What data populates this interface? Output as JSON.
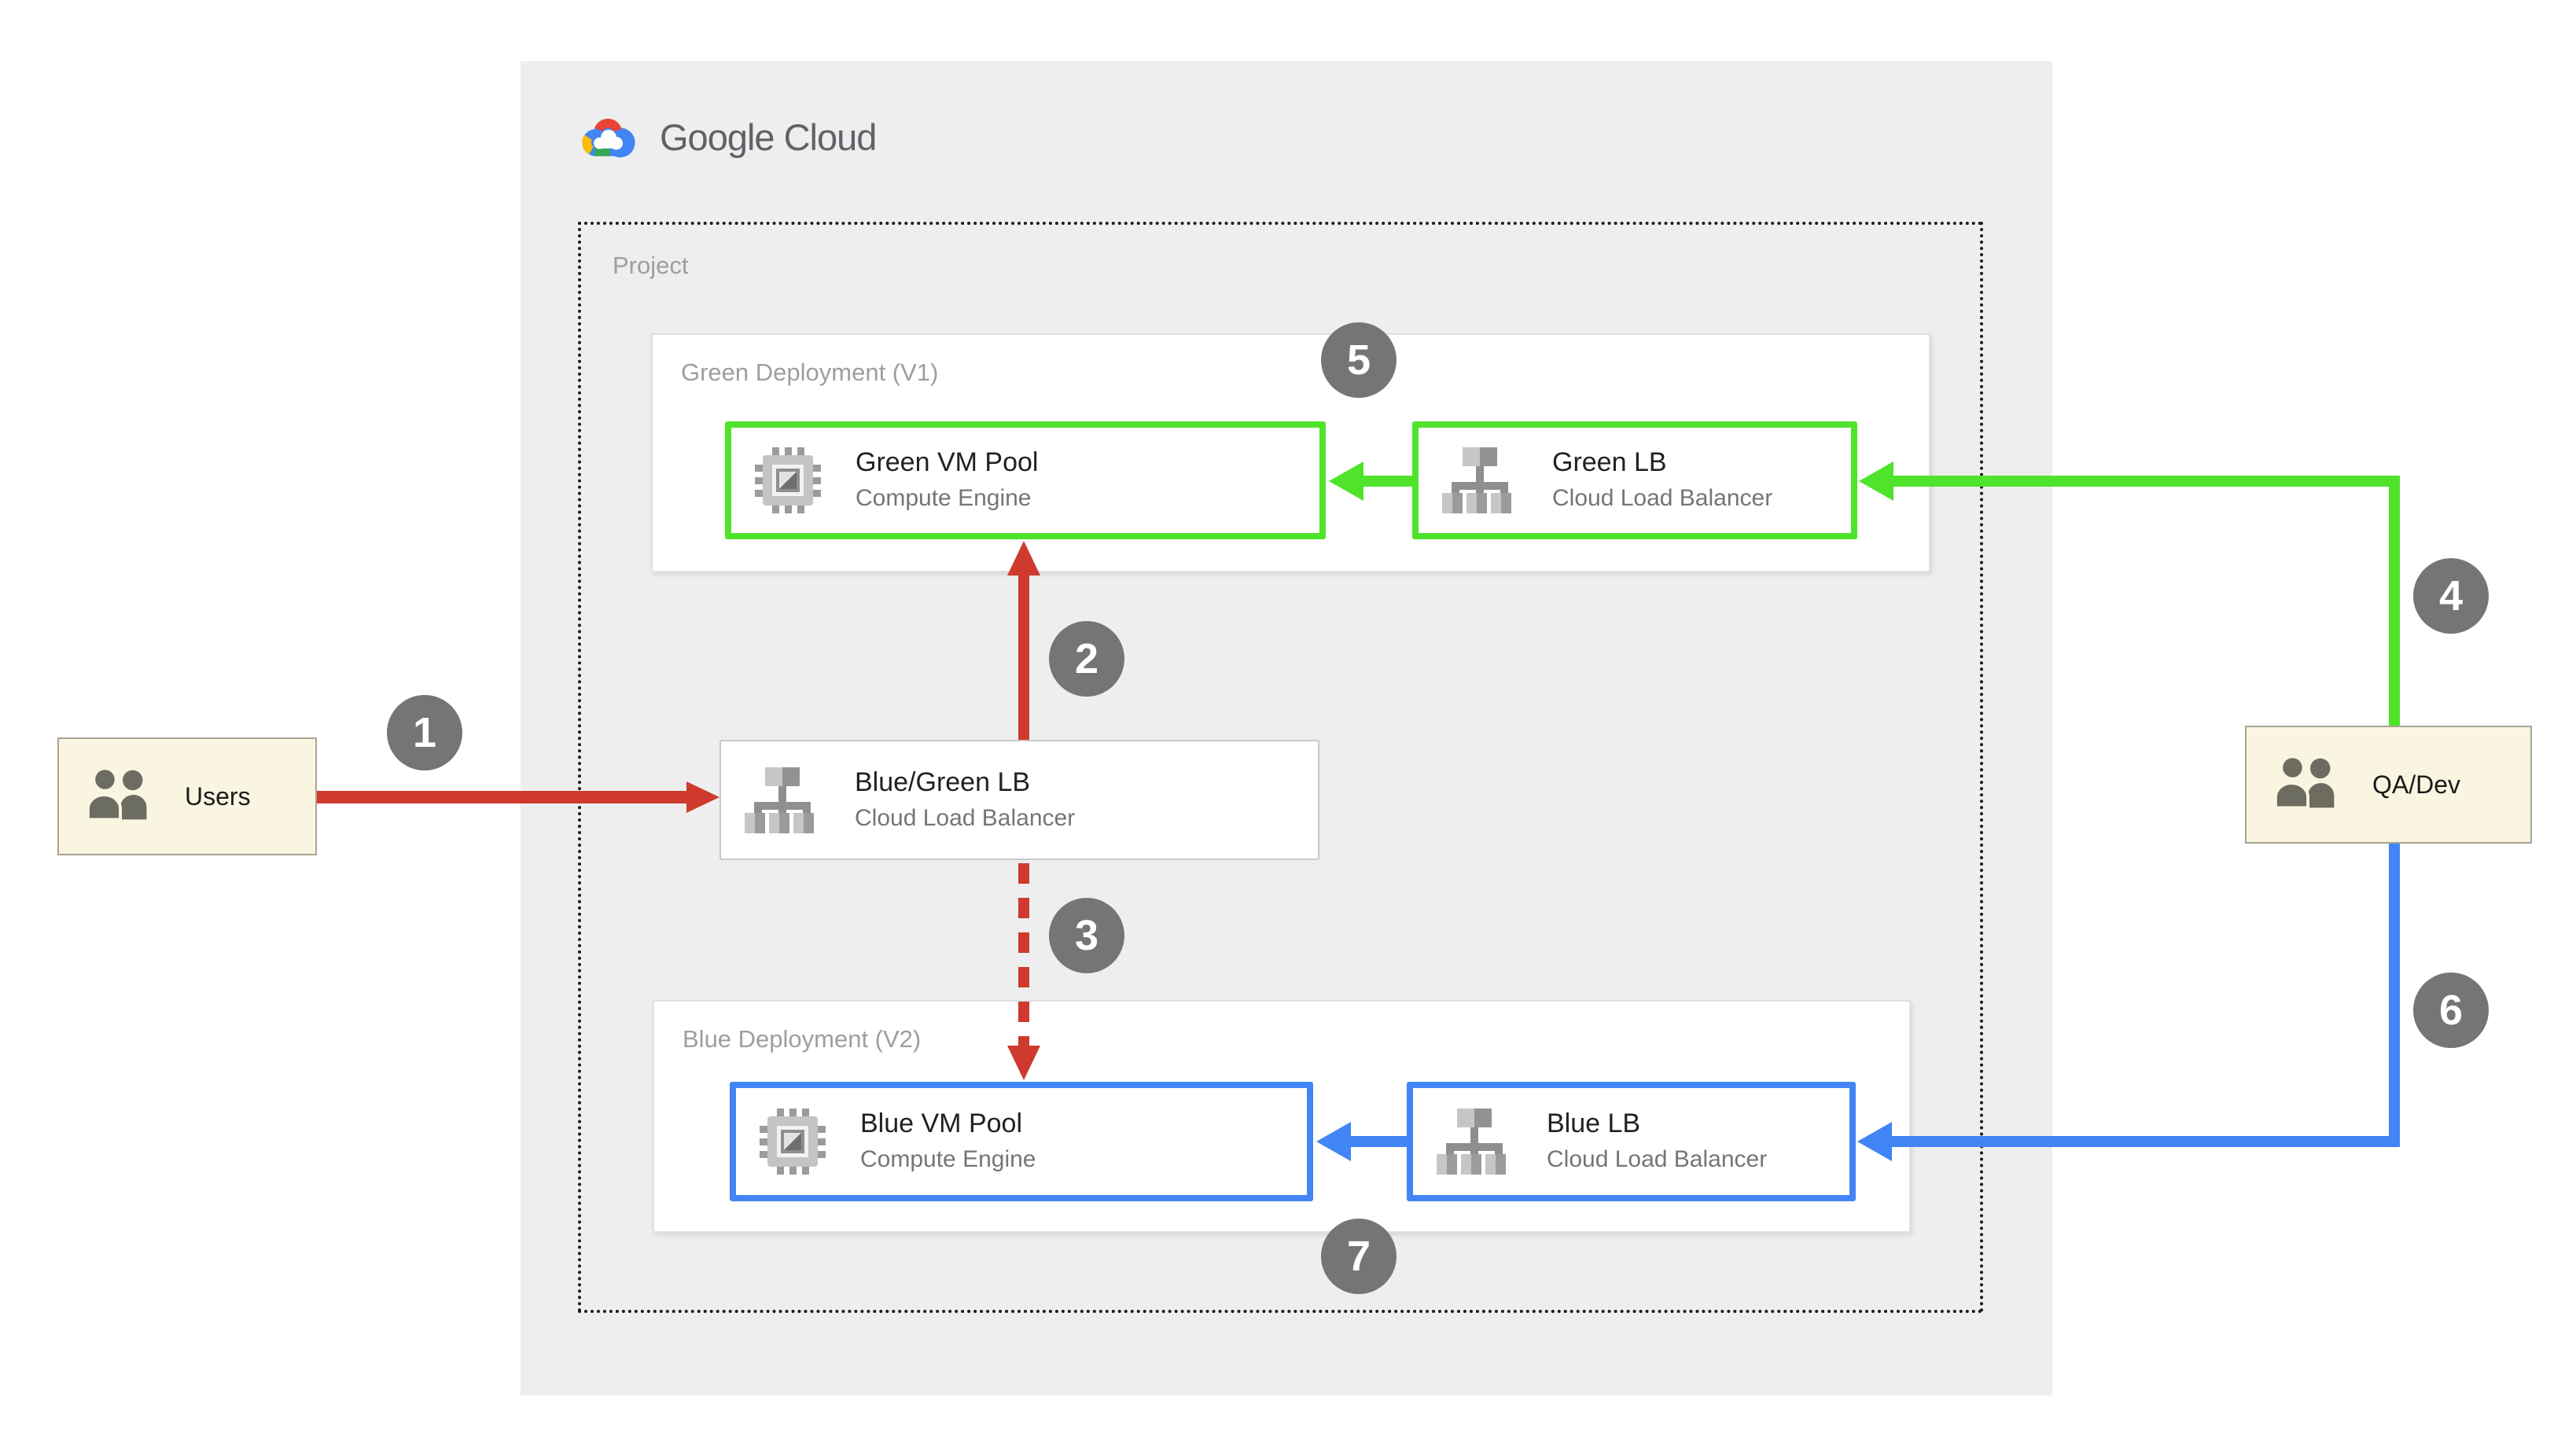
{
  "logo": {
    "wordmark": "Google Cloud"
  },
  "project": {
    "label": "Project"
  },
  "deployments": {
    "green": {
      "label": "Green Deployment (V1)"
    },
    "blue": {
      "label": "Blue Deployment (V2)"
    }
  },
  "nodes": {
    "green_vm": {
      "title": "Green VM Pool",
      "subtitle": "Compute Engine",
      "icon": "compute-engine-icon"
    },
    "green_lb": {
      "title": "Green LB",
      "subtitle": "Cloud Load Balancer",
      "icon": "load-balancer-icon"
    },
    "bluegreen_lb": {
      "title": "Blue/Green LB",
      "subtitle": "Cloud Load Balancer",
      "icon": "load-balancer-icon"
    },
    "blue_vm": {
      "title": "Blue VM Pool",
      "subtitle": "Compute Engine",
      "icon": "compute-engine-icon"
    },
    "blue_lb": {
      "title": "Blue LB",
      "subtitle": "Cloud Load Balancer",
      "icon": "load-balancer-icon"
    }
  },
  "actors": {
    "users": {
      "label": "Users",
      "icon": "users-icon"
    },
    "qa_dev": {
      "label": "QA/Dev",
      "icon": "users-icon"
    }
  },
  "badge_labels": [
    "1",
    "2",
    "3",
    "4",
    "5",
    "6",
    "7"
  ],
  "colors": {
    "green": "#4FE32C",
    "blue": "#4285F4",
    "red": "#CE3A2E",
    "badge_gray": "#757575",
    "panel_gray": "#EEEEEE",
    "actor_cream": "#FAF5E1",
    "logo_text_gray": "#5F6368",
    "label_gray": "#9E9E9E"
  }
}
